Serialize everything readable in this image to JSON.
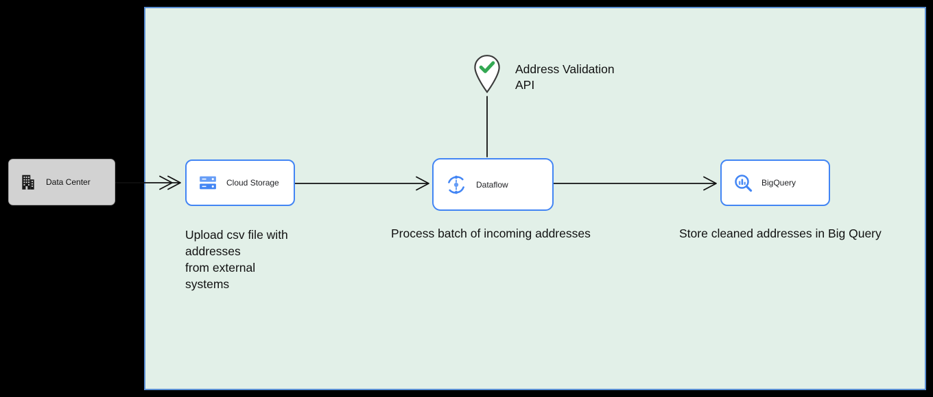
{
  "colors": {
    "background": "#000000",
    "panel_fill": "#e2f0e8",
    "panel_border": "#5b8fd4",
    "node_border": "#4285f4",
    "icon_blue": "#4285f4",
    "icon_blue_light": "#669df6",
    "check_green": "#34a853",
    "data_center_fill": "#d2d2d2",
    "arrow": "#111111"
  },
  "nodes": {
    "data_center": {
      "label": "Data Center",
      "icon": "building-icon"
    },
    "cloud_storage": {
      "label": "Cloud Storage",
      "icon": "cloud-storage-icon"
    },
    "dataflow": {
      "label": "Dataflow",
      "icon": "dataflow-icon"
    },
    "bigquery": {
      "label": "BigQuery",
      "icon": "bigquery-icon"
    }
  },
  "annotations": {
    "address_validation_label": "Address Validation\nAPI",
    "cloud_storage_caption": "Upload csv file with\naddresses\nfrom external\nsystems",
    "dataflow_caption": "Process batch of incoming addresses",
    "bigquery_caption": "Store cleaned addresses in Big Query"
  }
}
